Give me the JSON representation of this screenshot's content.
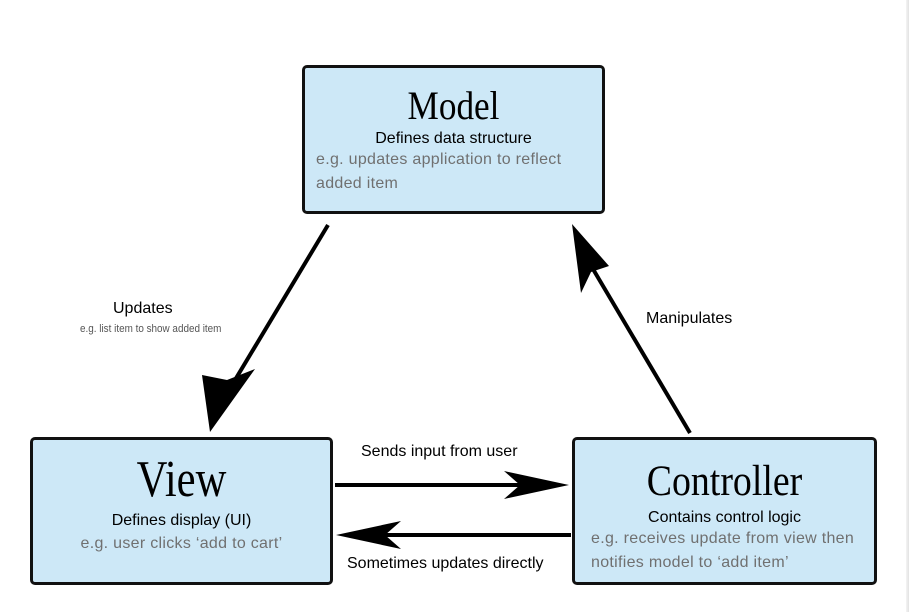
{
  "model": {
    "title": "Model",
    "subtitle": "Defines data structure",
    "example": "e.g. updates application to reflect added item"
  },
  "view": {
    "title": "View",
    "subtitle": "Defines display (UI)",
    "example": "e.g. user clicks ‘add to cart’"
  },
  "controller": {
    "title": "Controller",
    "subtitle": "Contains control logic",
    "example": "e.g. receives update from view then notifies model to ‘add item’"
  },
  "arrows": {
    "updates_label": "Updates",
    "updates_example": "e.g. list item to show added item",
    "manipulates_label": "Manipulates",
    "sends_input_label": "Sends input from user",
    "sometimes_updates_label": "Sometimes updates directly"
  },
  "colors": {
    "box_fill": "#cde8f7",
    "box_border": "#111111",
    "example_text": "#707070"
  }
}
